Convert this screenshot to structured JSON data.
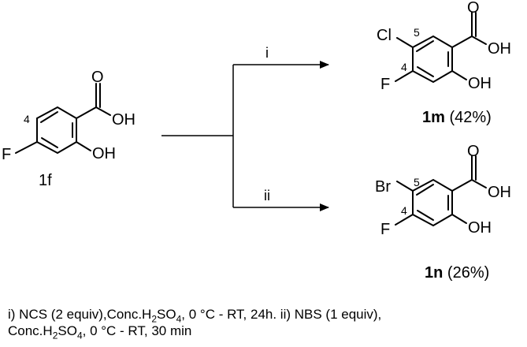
{
  "scheme": {
    "arrow_i_label": "i",
    "arrow_ii_label": "ii",
    "start": {
      "label": "1f",
      "f": "F",
      "oh_ring": "OH",
      "oh_acid": "OH",
      "o_acid": "O",
      "locant": "4"
    },
    "product_m": {
      "label": "1m",
      "yield": "(42%)",
      "hal": "Cl",
      "hal_locant": "5",
      "f": "F",
      "f_locant": "4",
      "oh_ring": "OH",
      "oh_acid": "OH",
      "o_acid": "O"
    },
    "product_n": {
      "label": "1n",
      "yield": "(26%)",
      "hal": "Br",
      "hal_locant": "5",
      "f": "F",
      "f_locant": "4",
      "oh_ring": "OH",
      "oh_acid": "OH",
      "o_acid": "O"
    }
  },
  "conditions": {
    "line1": "i) NCS (2 equiv),Conc.H",
    "line1_sub1": "2",
    "line1_mid": "SO",
    "line1_sub2": "4",
    "line1_end": ", 0 °C - RT, 24h. ii) NBS (1 equiv),",
    "line2": "Conc.H",
    "line2_sub1": "2",
    "line2_mid": "SO",
    "line2_sub2": "4",
    "line2_end": ", 0 °C - RT,  30 min"
  }
}
